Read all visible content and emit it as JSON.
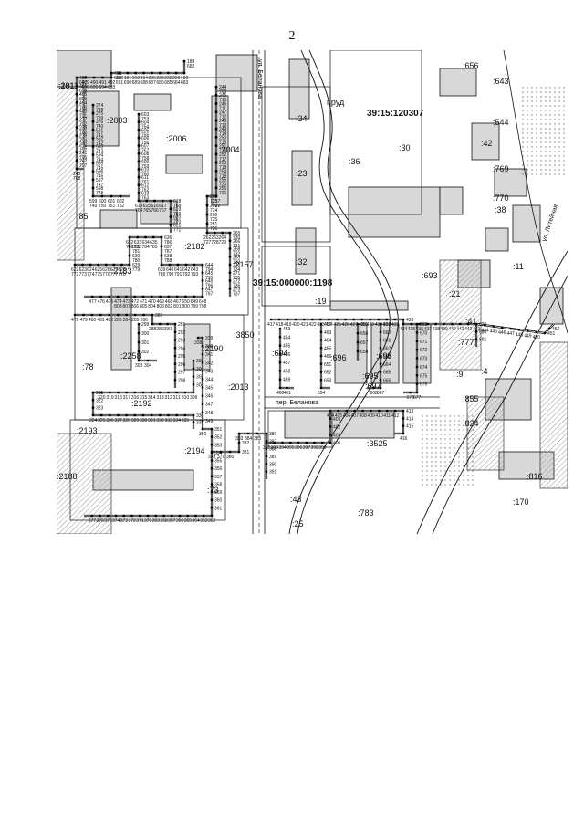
{
  "page": {
    "number": "2"
  },
  "map": {
    "cadastral_blocks": [
      "39:15:120307",
      "39:15:000000:1198"
    ],
    "pond_label": "пруд",
    "streets": [
      "пер. Беланова",
      "ул. Беланова",
      "ул. Литейная"
    ],
    "parcels": [
      ":2011",
      ":2003",
      ":2006",
      ":2004",
      ":2182",
      ":2183",
      ":2193",
      ":2192",
      ":2190",
      ":2194",
      ":2188",
      ":2013",
      ":2258",
      ":2157",
      ":3850",
      ":3525",
      ":85",
      ":78",
      ":73",
      ":43",
      ":34",
      ":23",
      ":32",
      ":30",
      ":19",
      ":694",
      ":695",
      ":696",
      ":697",
      ":698",
      ":693",
      ":777",
      ":21",
      ":41",
      ":11",
      ":9",
      ":4",
      ":855",
      ":824",
      ":816",
      ":783",
      ":25",
      ":656",
      ":643",
      ":544",
      ":42",
      ":769",
      ":770",
      ":38",
      ":36",
      ":170",
      ":181"
    ],
    "point_numbers": [
      "189",
      "190",
      "230",
      "232",
      "233",
      "236",
      "234",
      "192",
      "181",
      "186",
      "493",
      "492",
      "491",
      "490",
      "489",
      "487",
      "486",
      "485",
      "484",
      "483",
      "237",
      "238",
      "239",
      "240",
      "241",
      "242",
      "243",
      "244",
      "245",
      "246",
      "247",
      "248",
      "249",
      "250",
      "251",
      "252",
      "253",
      "254",
      "255",
      "256",
      "257",
      "258",
      "259",
      "260",
      "261",
      "262",
      "263",
      "264",
      "265",
      "266",
      "268",
      "269",
      "270",
      "271",
      "272",
      "273",
      "274",
      "275",
      "276",
      "591",
      "592",
      "593",
      "594",
      "595",
      "596",
      "597",
      "598",
      "599",
      "600",
      "601",
      "602",
      "603",
      "604",
      "605",
      "606",
      "607",
      "608",
      "609",
      "610",
      "611",
      "612",
      "613",
      "614",
      "615",
      "616",
      "617",
      "618",
      "619",
      "620",
      "621",
      "622",
      "623",
      "624",
      "625",
      "626",
      "627",
      "628",
      "629",
      "630",
      "631",
      "632",
      "633",
      "634",
      "635",
      "636",
      "637",
      "638",
      "639",
      "640",
      "641",
      "642",
      "643",
      "644",
      "645",
      "646",
      "647",
      "648",
      "649",
      "650",
      "467",
      "468",
      "469",
      "470",
      "471",
      "472",
      "473",
      "474",
      "475",
      "476",
      "477",
      "478",
      "479",
      "480",
      "481",
      "482",
      "283",
      "284",
      "285",
      "286",
      "287",
      "288",
      "289",
      "290",
      "291",
      "292",
      "293",
      "294",
      "295",
      "296",
      "297",
      "298",
      "299",
      "300",
      "301",
      "302",
      "303",
      "304",
      "305",
      "306",
      "307",
      "308",
      "309",
      "310",
      "311",
      "312",
      "313",
      "314",
      "315",
      "316",
      "317",
      "318",
      "319",
      "320",
      "321",
      "322",
      "323",
      "324",
      "325",
      "326",
      "327",
      "328",
      "329",
      "330",
      "331",
      "332",
      "333",
      "334",
      "335",
      "336",
      "337",
      "338",
      "339",
      "340",
      "341",
      "342",
      "343",
      "344",
      "345",
      "346",
      "347",
      "348",
      "349",
      "350",
      "351",
      "352",
      "353",
      "354",
      "355",
      "356",
      "357",
      "358",
      "359",
      "360",
      "361",
      "362",
      "363",
      "364",
      "365",
      "366",
      "367",
      "368",
      "369",
      "370",
      "371",
      "372",
      "373",
      "374",
      "375",
      "376",
      "377",
      "378",
      "379",
      "380",
      "381",
      "382",
      "383",
      "384",
      "385",
      "386",
      "387",
      "388",
      "389",
      "390",
      "391",
      "392",
      "393",
      "394",
      "395",
      "396",
      "397",
      "398",
      "399",
      "400",
      "401",
      "402",
      "403",
      "404",
      "405",
      "406",
      "407",
      "408",
      "409",
      "410",
      "411",
      "412",
      "413",
      "414",
      "415",
      "416",
      "417",
      "418",
      "419",
      "420",
      "421",
      "422",
      "423",
      "424",
      "425",
      "426",
      "427",
      "428",
      "429",
      "430",
      "431",
      "432",
      "433",
      "434",
      "435",
      "436",
      "437",
      "438",
      "439",
      "440",
      "441",
      "442",
      "443",
      "444",
      "445",
      "446",
      "447",
      "448",
      "449",
      "450",
      "451",
      "452",
      "453",
      "454",
      "455",
      "456",
      "457",
      "458",
      "459",
      "460",
      "461",
      "462",
      "463",
      "464",
      "465",
      "466",
      "651",
      "652",
      "653",
      "654",
      "655",
      "656",
      "657",
      "658",
      "659",
      "660",
      "661",
      "662",
      "663",
      "664",
      "665",
      "666",
      "667",
      "668",
      "669",
      "670",
      "671",
      "672",
      "673",
      "674",
      "675",
      "676",
      "677",
      "678",
      "679",
      "680",
      "681",
      "682",
      "683",
      "684",
      "685",
      "686",
      "687",
      "688",
      "689",
      "690",
      "691",
      "692",
      "693",
      "694",
      "695",
      "696",
      "697",
      "698",
      "699",
      "700",
      "701",
      "702",
      "703",
      "704",
      "705",
      "706",
      "707",
      "708",
      "709",
      "710",
      "711",
      "712",
      "713",
      "714",
      "715",
      "716",
      "717",
      "718",
      "719",
      "720",
      "721",
      "722",
      "723",
      "724",
      "725",
      "726",
      "727",
      "728",
      "729",
      "730",
      "731",
      "732",
      "733",
      "734",
      "735",
      "736",
      "737",
      "738",
      "739",
      "740",
      "741",
      "742",
      "743",
      "744",
      "745",
      "746",
      "747",
      "748",
      "749",
      "750",
      "751",
      "752",
      "753",
      "754",
      "755",
      "756",
      "757",
      "758",
      "759",
      "760",
      "761",
      "762",
      "763",
      "764",
      "765",
      "766",
      "767",
      "768",
      "769",
      "770",
      "771",
      "772",
      "773",
      "774",
      "775",
      "776",
      "777",
      "778",
      "779",
      "780",
      "781",
      "782",
      "783",
      "784",
      "785",
      "786",
      "787",
      "788",
      "789",
      "790",
      "791",
      "792",
      "793",
      "794",
      "795",
      "796",
      "797",
      "798",
      "799",
      "800",
      "801",
      "802",
      "803",
      "804",
      "805",
      "806",
      "807",
      "808"
    ]
  },
  "colors": {
    "line": "#111111",
    "building_fill": "#d8d8d8",
    "hatch": "#9a9a9a",
    "route": "#000000",
    "water": "#ffffff"
  }
}
